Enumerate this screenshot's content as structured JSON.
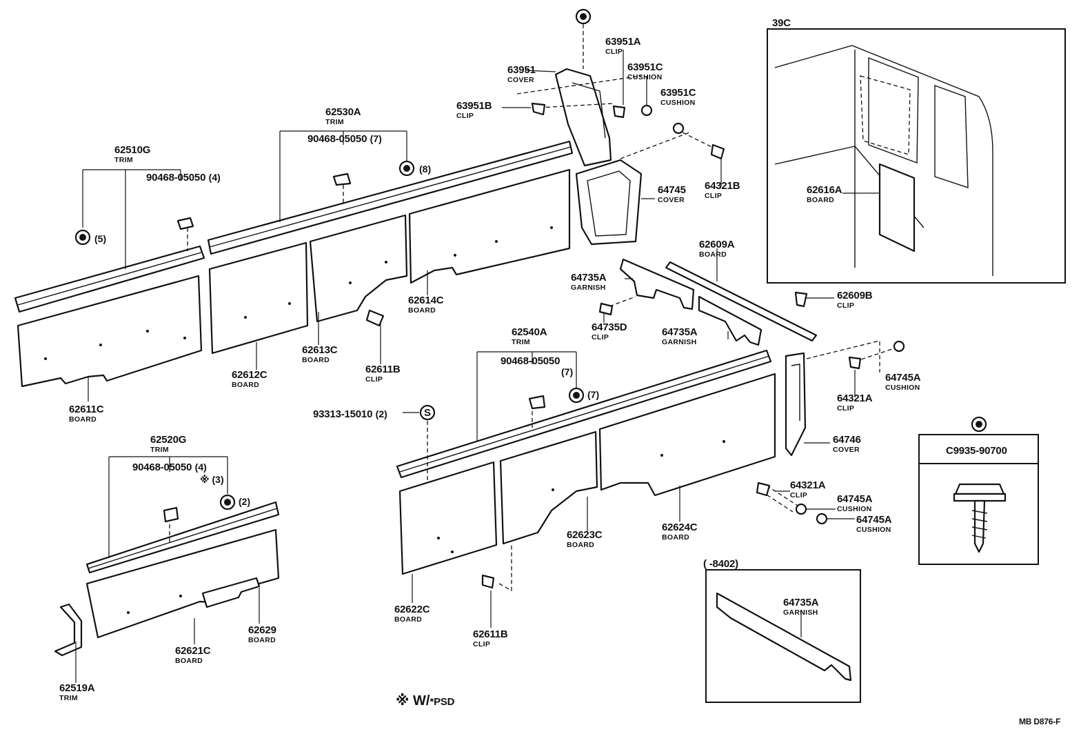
{
  "labels": {
    "l_62510G": "62510G",
    "l_62510G_sub": "TRIM",
    "l_90468a": "90468-05050",
    "l_90468a_qty": "(4)",
    "l_mark5": "(5)",
    "l_62530A": "62530A",
    "l_62530A_sub": "TRIM",
    "l_90468b": "90468-05050",
    "l_90468b_qty": "(7)",
    "l_mark8": "(8)",
    "l_63951": "63951",
    "l_63951_sub": "COVER",
    "l_63951B": "63951B",
    "l_63951B_sub": "CLIP",
    "l_63951A": "63951A",
    "l_63951A_sub": "CLIP",
    "l_63951C1": "63951C",
    "l_63951C1_sub": "CUSHION",
    "l_63951C2": "63951C",
    "l_63951C2_sub": "CUSHION",
    "l_64321B": "64321B",
    "l_64321B_sub": "CLIP",
    "l_64745": "64745",
    "l_64745_sub": "COVER",
    "l_62609A": "62609A",
    "l_62609A_sub": "BOARD",
    "l_64735A1": "64735A",
    "l_64735A1_sub": "GARNISH",
    "l_64735D": "64735D",
    "l_64735D_sub": "CLIP",
    "l_64735A2": "64735A",
    "l_64735A2_sub": "GARNISH",
    "l_62609B": "62609B",
    "l_62609B_sub": "CLIP",
    "l_62614C": "62614C",
    "l_62614C_sub": "BOARD",
    "l_62613C": "62613C",
    "l_62613C_sub": "BOARD",
    "l_62612C": "62612C",
    "l_62612C_sub": "BOARD",
    "l_62611B1": "62611B",
    "l_62611B1_sub": "CLIP",
    "l_62611C": "62611C",
    "l_62611C_sub": "BOARD",
    "l_62540A": "62540A",
    "l_62540A_sub": "TRIM",
    "l_90468c": "90468-05050",
    "l_90468c_qty": "(7)",
    "l_mark7": "(7)",
    "l_93313": "93313-15010",
    "l_93313_qty": "(2)",
    "l_mark_s": "S",
    "l_62520G": "62520G",
    "l_62520G_sub": "TRIM",
    "l_90468d": "90468-05050",
    "l_90468d_qty": "(4)",
    "l_psd_qty": "※ (3)",
    "l_mark2": "(2)",
    "l_62519A": "62519A",
    "l_62519A_sub": "TRIM",
    "l_62621C": "62621C",
    "l_62621C_sub": "BOARD",
    "l_62629": "62629",
    "l_62629_sub": "BOARD",
    "l_62622C": "62622C",
    "l_62622C_sub": "BOARD",
    "l_62611B2": "62611B",
    "l_62611B2_sub": "CLIP",
    "l_62623C": "62623C",
    "l_62623C_sub": "BOARD",
    "l_62624C": "62624C",
    "l_62624C_sub": "BOARD",
    "l_64746": "64746",
    "l_64746_sub": "COVER",
    "l_64321A1": "64321A",
    "l_64321A1_sub": "CLIP",
    "l_64745A1": "64745A",
    "l_64745A1_sub": "CUSHION",
    "l_64321A2": "64321A",
    "l_64321A2_sub": "CLIP",
    "l_64745A2": "64745A",
    "l_64745A2_sub": "CUSHION",
    "l_64745A3": "64745A",
    "l_64745A3_sub": "CUSHION",
    "l_39C": "39C",
    "l_62616A": "62616A",
    "l_62616A_sub": "BOARD",
    "l_C9935": "C9935-90700",
    "l_8402": "(      -8402)",
    "l_64735A3": "64735A",
    "l_64735A3_sub": "GARNISH",
    "l_legend": "※ W/",
    "l_legend_psd": "*PSD",
    "l_code": "MB D876-F"
  },
  "label_keys": [
    "l_62510G",
    "l_62510G_sub",
    "l_90468a",
    "l_90468a_qty",
    "l_mark5",
    "l_62530A",
    "l_62530A_sub",
    "l_90468b",
    "l_90468b_qty",
    "l_mark8",
    "l_63951",
    "l_63951_sub",
    "l_63951B",
    "l_63951B_sub",
    "l_63951A",
    "l_63951A_sub",
    "l_63951C1",
    "l_63951C1_sub",
    "l_63951C2",
    "l_63951C2_sub",
    "l_64321B",
    "l_64321B_sub",
    "l_64745",
    "l_64745_sub",
    "l_62609A",
    "l_62609A_sub",
    "l_64735A1",
    "l_64735A1_sub",
    "l_64735D",
    "l_64735D_sub",
    "l_64735A2",
    "l_64735A2_sub",
    "l_62609B",
    "l_62609B_sub",
    "l_62614C",
    "l_62614C_sub",
    "l_62613C",
    "l_62613C_sub",
    "l_62612C",
    "l_62612C_sub",
    "l_62611B1",
    "l_62611B1_sub",
    "l_62611C",
    "l_62611C_sub",
    "l_62540A",
    "l_62540A_sub",
    "l_90468c",
    "l_90468c_qty",
    "l_mark7",
    "l_93313",
    "l_93313_qty",
    "l_mark_s",
    "l_62520G",
    "l_62520G_sub",
    "l_90468d",
    "l_90468d_qty",
    "l_psd_qty",
    "l_mark2",
    "l_62519A",
    "l_62519A_sub",
    "l_62621C",
    "l_62621C_sub",
    "l_62629",
    "l_62629_sub",
    "l_62622C",
    "l_62622C_sub",
    "l_62611B2",
    "l_62611B2_sub",
    "l_62623C",
    "l_62623C_sub",
    "l_62624C",
    "l_62624C_sub",
    "l_64746",
    "l_64746_sub",
    "l_64321A1",
    "l_64321A1_sub",
    "l_64745A1",
    "l_64745A1_sub",
    "l_64321A2",
    "l_64321A2_sub",
    "l_64745A2",
    "l_64745A2_sub",
    "l_64745A3",
    "l_64745A3_sub",
    "l_39C",
    "l_62616A",
    "l_62616A_sub",
    "l_C9935",
    "l_8402",
    "l_64735A3",
    "l_64735A3_sub",
    "l_legend",
    "l_legend_psd",
    "l_code"
  ]
}
